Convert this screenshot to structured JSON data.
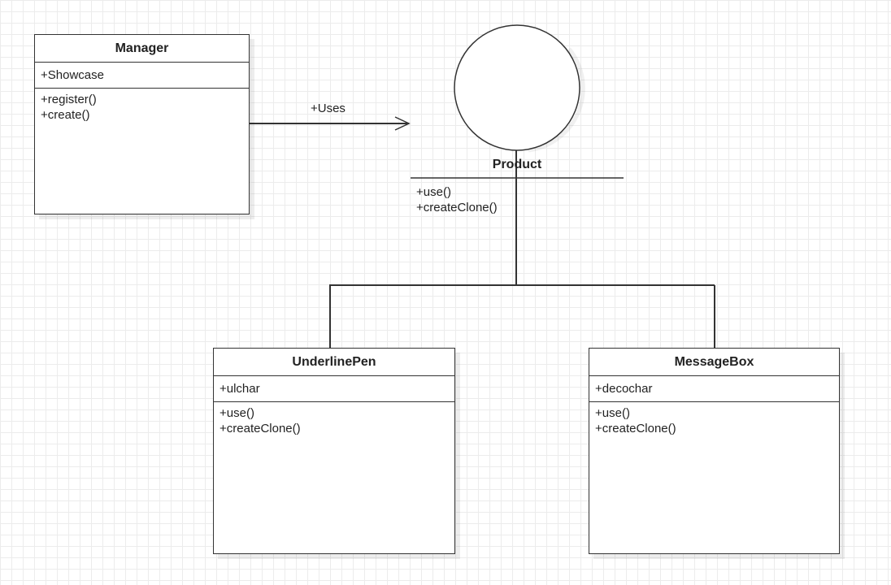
{
  "classes": {
    "manager": {
      "name": "Manager",
      "attributes": [
        "+Showcase"
      ],
      "operations": [
        "+register()",
        "+create()"
      ]
    },
    "product": {
      "name": "Product",
      "operations": [
        "+use()",
        "+createClone()"
      ]
    },
    "underline_pen": {
      "name": "UnderlinePen",
      "attributes": [
        "+ulchar"
      ],
      "operations": [
        "+use()",
        "+createClone()"
      ]
    },
    "message_box": {
      "name": "MessageBox",
      "attributes": [
        "+decochar"
      ],
      "operations": [
        "+use()",
        "+createClone()"
      ]
    }
  },
  "relations": {
    "uses_label": "+Uses"
  },
  "colors": {
    "line": "#333333",
    "grid": "#ececec",
    "background": "#ffffff"
  }
}
